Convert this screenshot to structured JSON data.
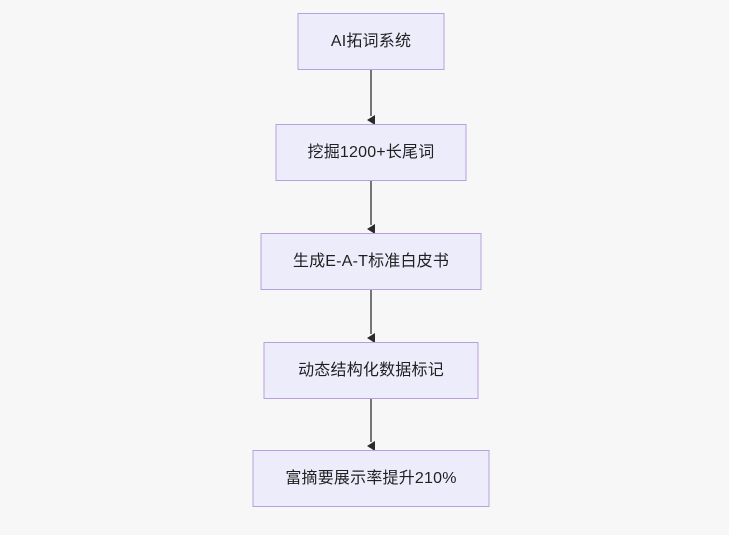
{
  "diagram": {
    "type": "flowchart",
    "orientation": "top-to-bottom",
    "background_color": "#f7f7f8",
    "node_fill_color": "#ececfb",
    "node_border_color": "#b8a0e0",
    "node_text_color": "#1f2020",
    "edge_color": "#767676",
    "arrowhead_color": "#2b2b2b",
    "nodes": [
      {
        "id": "node-1",
        "label": "AI拓词系统"
      },
      {
        "id": "node-2",
        "label": "挖掘1200+长尾词"
      },
      {
        "id": "node-3",
        "label": "生成E-A-T标准白皮书"
      },
      {
        "id": "node-4",
        "label": "动态结构化数据标记"
      },
      {
        "id": "node-5",
        "label": "富摘要展示率提升210%"
      }
    ],
    "edges": [
      {
        "from": "node-1",
        "to": "node-2",
        "label": ""
      },
      {
        "from": "node-2",
        "to": "node-3",
        "label": ""
      },
      {
        "from": "node-3",
        "to": "node-4",
        "label": ""
      },
      {
        "from": "node-4",
        "to": "node-5",
        "label": ""
      }
    ]
  }
}
